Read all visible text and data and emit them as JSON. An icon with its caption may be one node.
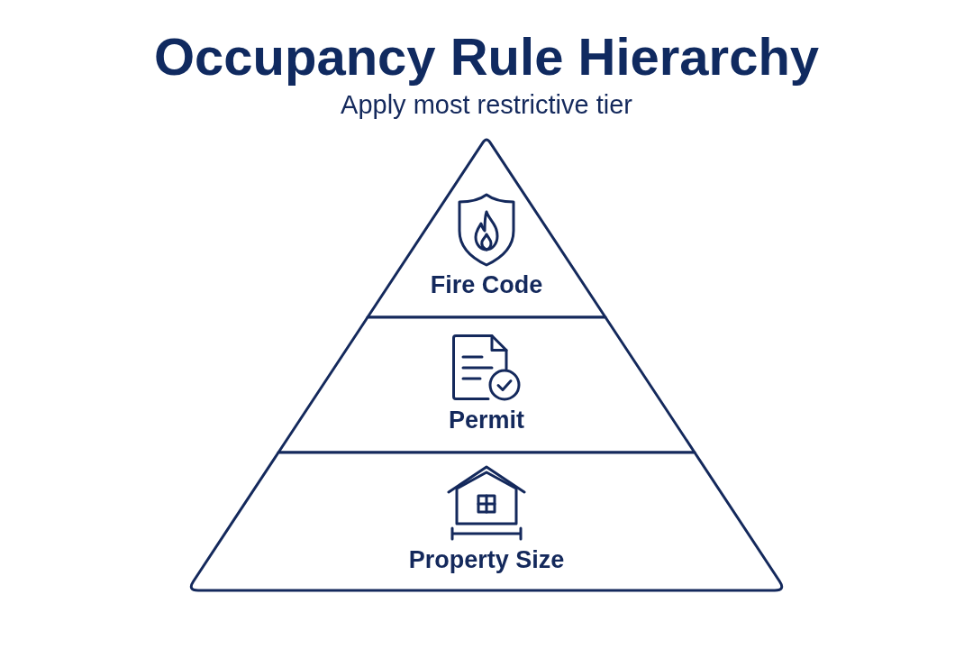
{
  "diagram": {
    "title": "Occupancy Rule Hierarchy",
    "nodes": [
      {
        "text": [
          "Fire Code"
        ]
      },
      {
        "text": [
          "Permit"
        ]
      },
      {
        "text": [
          "Property Size"
        ]
      }
    ],
    "labels": [
      "Apply most restrictive tier"
    ]
  }
}
